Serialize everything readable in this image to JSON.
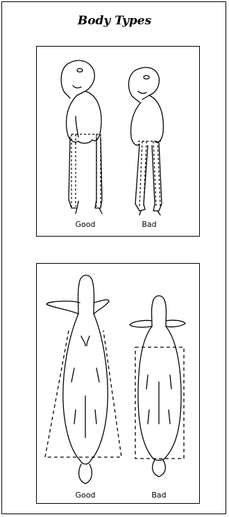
{
  "title": "Body Types",
  "front_view": {
    "good_label": "Good",
    "bad_label": "Bad"
  },
  "top_view": {
    "good_label": "Good",
    "bad_label": "Bad"
  }
}
